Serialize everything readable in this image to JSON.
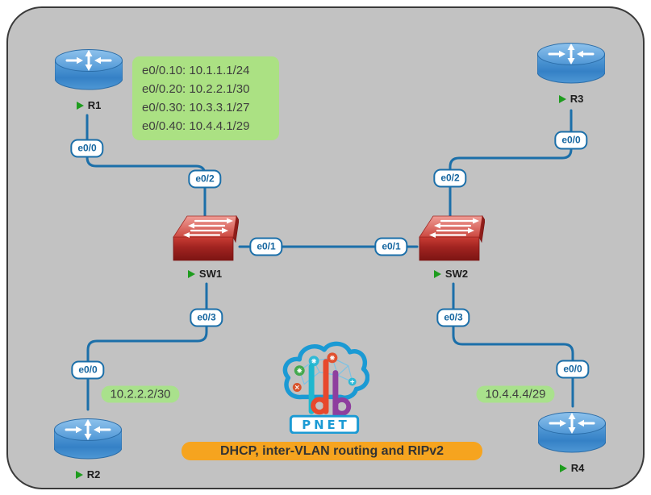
{
  "window": {
    "background": "#c2c2c2"
  },
  "colors": {
    "link_blue": "#1b6fa9",
    "interface_label_blue": "#14659f",
    "annotation_green": "#abe183",
    "banner_orange": "#f6a41f",
    "router_blue": "#4f9ad8",
    "switch_red": "#c33a34",
    "status_triangle_green": "#1e9c1e",
    "pnet_blue": "#1b9ad4"
  },
  "devices": [
    {
      "id": "r1",
      "type": "router",
      "label": "R1"
    },
    {
      "id": "r2",
      "type": "router",
      "label": "R2"
    },
    {
      "id": "r3",
      "type": "router",
      "label": "R3"
    },
    {
      "id": "r4",
      "type": "router",
      "label": "R4"
    },
    {
      "id": "sw1",
      "type": "switch",
      "label": "SW1"
    },
    {
      "id": "sw2",
      "type": "switch",
      "label": "SW2"
    }
  ],
  "interface_labels": [
    {
      "id": "r1-e0-0",
      "text": "e0/0"
    },
    {
      "id": "sw1-e0-2",
      "text": "e0/2"
    },
    {
      "id": "sw1-e0-1",
      "text": "e0/1"
    },
    {
      "id": "sw2-e0-1",
      "text": "e0/1"
    },
    {
      "id": "sw2-e0-2",
      "text": "e0/2"
    },
    {
      "id": "r3-e0-0",
      "text": "e0/0"
    },
    {
      "id": "sw1-e0-3",
      "text": "e0/3"
    },
    {
      "id": "sw2-e0-3",
      "text": "e0/3"
    },
    {
      "id": "r2-e0-0",
      "text": "e0/0"
    },
    {
      "id": "r4-e0-0",
      "text": "e0/0"
    }
  ],
  "annotations": {
    "r1_subinterfaces": [
      "e0/0.10: 10.1.1.1/24",
      "e0/0.20: 10.2.2.1/30",
      "e0/0.30: 10.3.3.1/27",
      "e0/0.40: 10.4.4.1/29"
    ],
    "r2_ip": "10.2.2.2/30",
    "r4_ip": "10.4.4.4/29",
    "banner": "DHCP, inter-VLAN routing and RIPv2"
  },
  "logo": {
    "pnet": "PNET"
  }
}
